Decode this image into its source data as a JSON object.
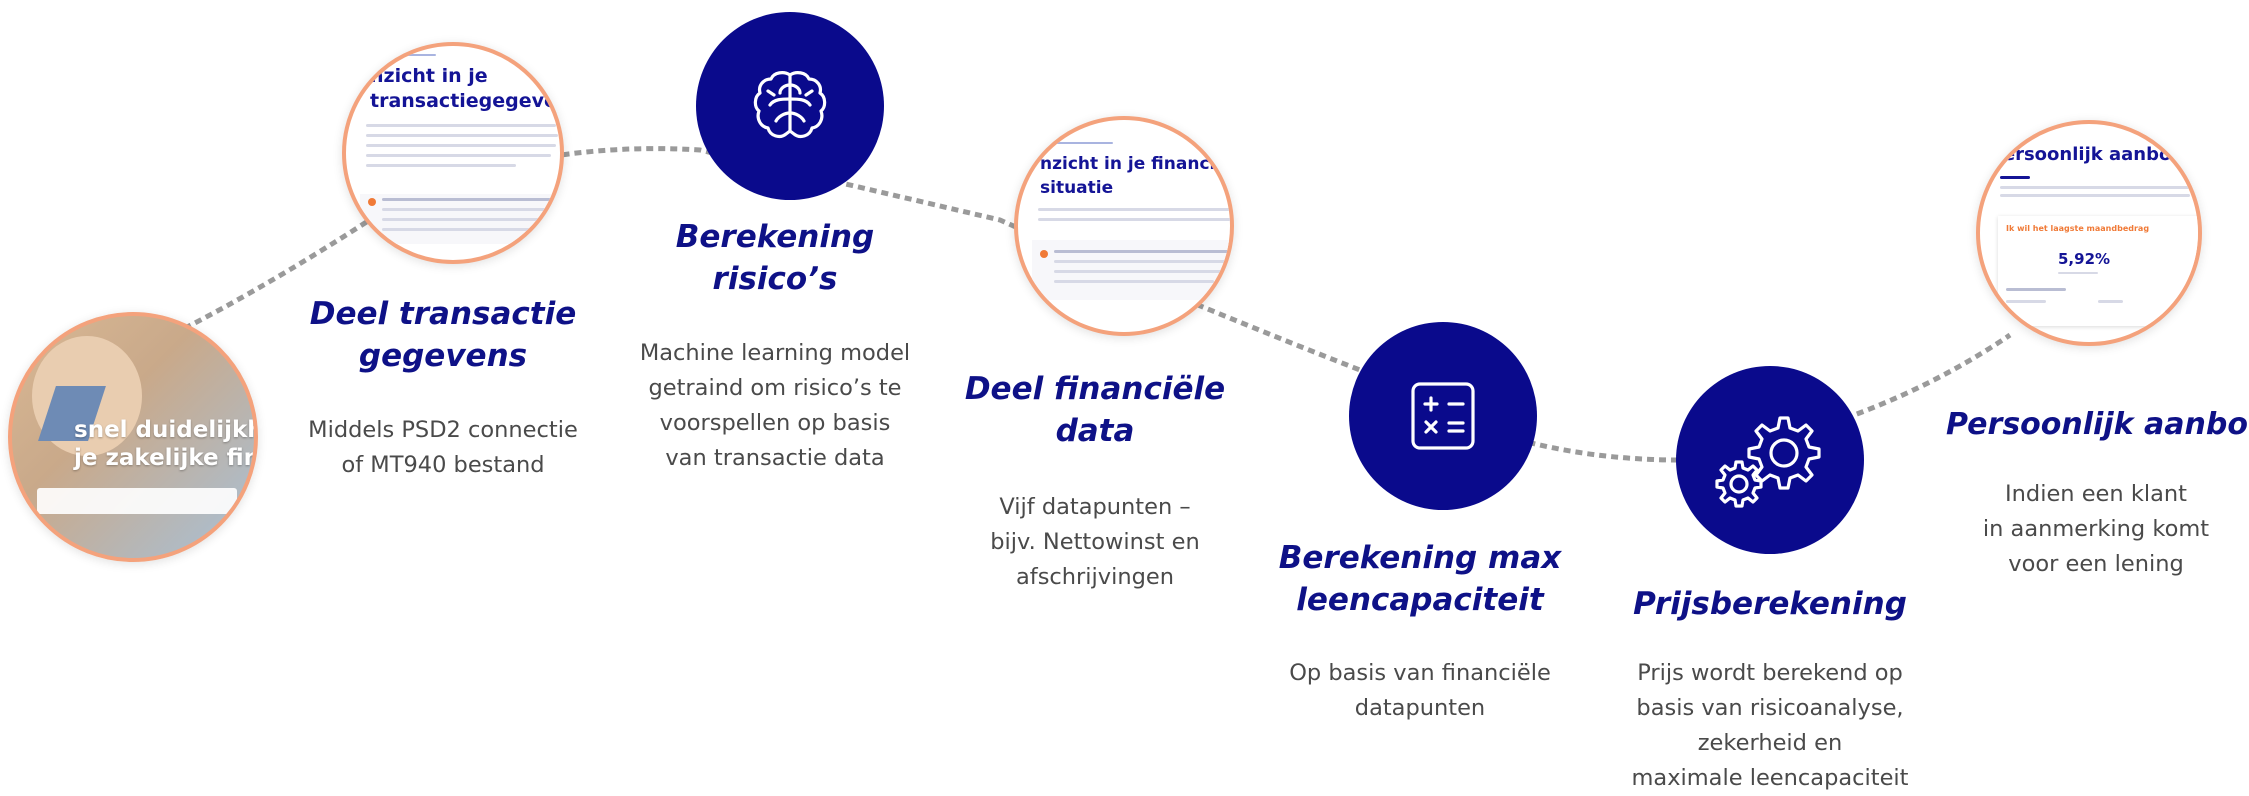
{
  "steps": [
    {
      "title": "Deel transactie gegevens",
      "title_lines": [
        "Deel transactie",
        "gegevens"
      ],
      "description_lines": [
        "Middels PSD2 connectie",
        "of MT940 bestand"
      ]
    },
    {
      "title": "Berekening risico’s",
      "title_lines": [
        "Berekening",
        "risico’s"
      ],
      "description_lines": [
        "Machine learning model",
        "getraind om risico’s te",
        "voorspellen op basis",
        "van transactie data"
      ]
    },
    {
      "title": "Deel financiële data",
      "title_lines": [
        "Deel financiële",
        "data"
      ],
      "description_lines": [
        "Vijf datapunten –",
        "bijv. Nettowinst en",
        "afschrijvingen"
      ]
    },
    {
      "title": "Berekening max leencapaciteit",
      "title_lines": [
        "Berekening max",
        "leencapaciteit"
      ],
      "description_lines": [
        "Op basis van financiële",
        "datapunten"
      ]
    },
    {
      "title": "Prijsberekening",
      "title_lines": [
        "Prijsberekening"
      ],
      "description_lines": [
        "Prijs wordt berekend op",
        "basis van risicoanalyse,",
        "zekerheid en",
        "maximale leencapaciteit"
      ]
    },
    {
      "title": "Persoonlijk aanbod",
      "title_lines": [
        "Persoonlijk aanbod"
      ],
      "description_lines": [
        "Indien een klant",
        "in aanmerking komt",
        "voor een lening"
      ]
    }
  ],
  "screenshots": {
    "hero": {
      "text_lines": [
        "snel duidelijkhei",
        "je zakelijke finan"
      ]
    },
    "transaction": {
      "heading_lines": [
        "nzicht in je",
        "transactiegegevens"
      ]
    },
    "financial": {
      "heading_lines": [
        "nzicht in je financiële",
        "situatie"
      ]
    },
    "offer": {
      "heading": "persoonlijk aanbod",
      "rate_label": "Ik wil het laagste maandbedrag",
      "rate": "5,92%"
    }
  },
  "icons": {
    "brain": "brain-icon",
    "calculator": "calculator-icon",
    "gears": "gears-icon"
  },
  "colors": {
    "navy": "#0a0a8c",
    "title_navy": "#0e1187",
    "orange_border": "#f4a27c",
    "connector": "#9a9a9a",
    "text_gray": "#4a4a4a"
  }
}
